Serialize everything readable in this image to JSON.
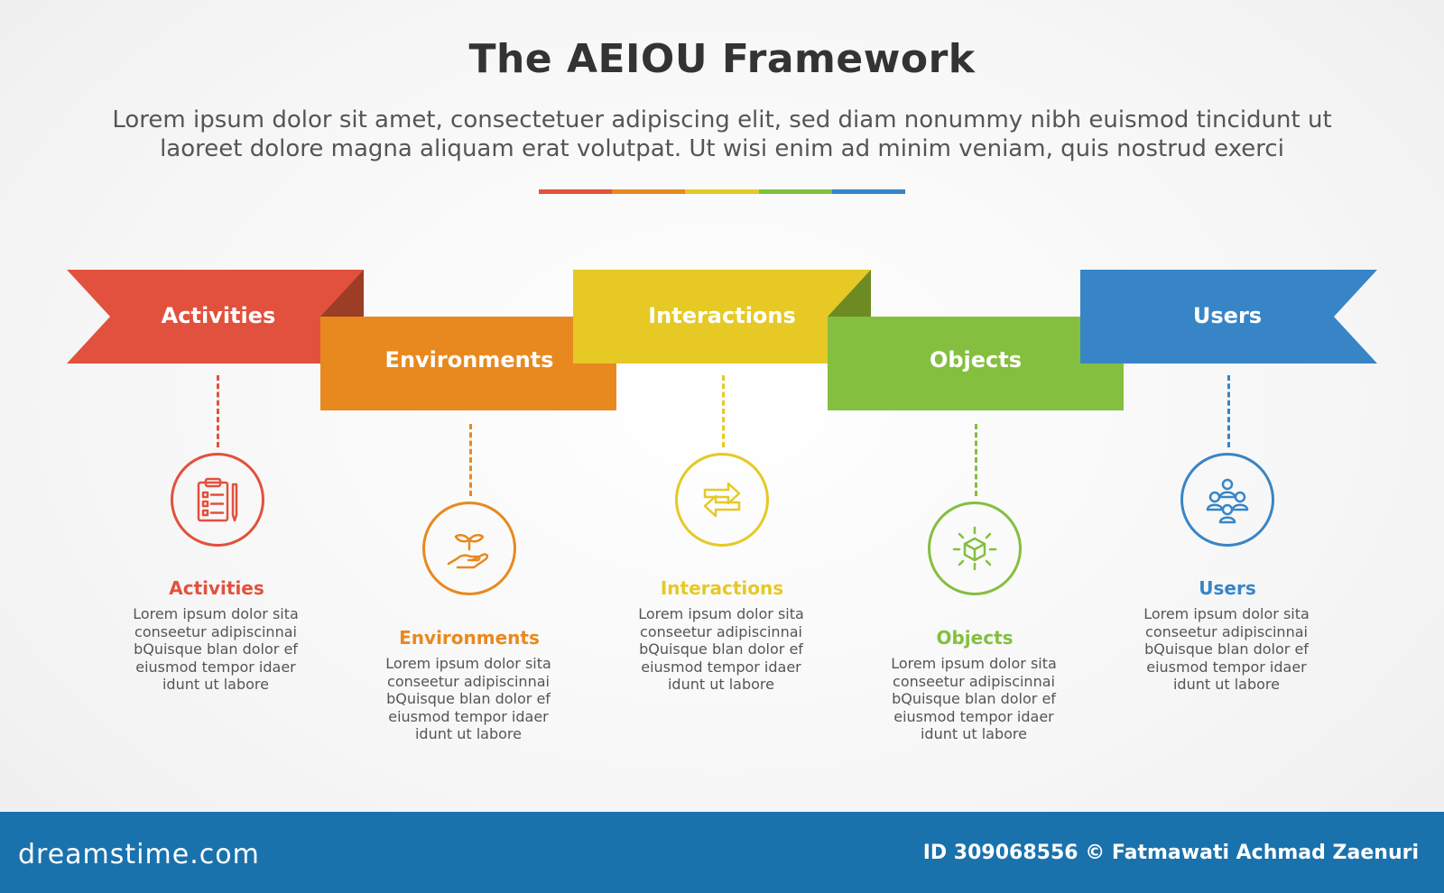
{
  "title": "The AEIOU Framework",
  "subtitle": {
    "line1": "Lorem ipsum dolor sit amet, consectetuer adipiscing elit, sed diam nonummy nibh euismod tincidunt ut",
    "line2": "laoreet dolore magna aliquam erat volutpat. Ut wisi enim ad minim veniam, quis nostrud exerci"
  },
  "colors": {
    "red": "#e2513d",
    "orange": "#e8891f",
    "yellow": "#e6c925",
    "green": "#84bf3f",
    "blue": "#3785c7"
  },
  "items": [
    {
      "label": "Activities",
      "title": "Activities",
      "icon": "clipboard-checklist-icon",
      "color": "#e2513d",
      "desc": [
        "Lorem ipsum dolor sita",
        "conseetur adipiscinnai",
        "bQuisque blan dolor ef",
        "eiusmod tempor idaer",
        "idunt ut labore"
      ]
    },
    {
      "label": "Environments",
      "title": "Environments",
      "icon": "hand-plant-icon",
      "color": "#e8891f",
      "desc": [
        "Lorem ipsum dolor sita",
        "conseetur adipiscinnai",
        "bQuisque blan dolor ef",
        "eiusmod tempor idaer",
        "idunt ut labore"
      ]
    },
    {
      "label": "Interactions",
      "title": "Interactions",
      "icon": "exchange-arrows-icon",
      "color": "#e6c925",
      "desc": [
        "Lorem ipsum dolor sita",
        "conseetur adipiscinnai",
        "bQuisque blan dolor ef",
        "eiusmod tempor idaer",
        "idunt ut labore"
      ]
    },
    {
      "label": "Objects",
      "title": "Objects",
      "icon": "cube-icon",
      "color": "#84bf3f",
      "desc": [
        "Lorem ipsum dolor sita",
        "conseetur adipiscinnai",
        "bQuisque blan dolor ef",
        "eiusmod tempor idaer",
        "idunt ut labore"
      ]
    },
    {
      "label": "Users",
      "title": "Users",
      "icon": "users-group-icon",
      "color": "#3785c7",
      "desc": [
        "Lorem ipsum dolor sita",
        "conseetur adipiscinnai",
        "bQuisque blan dolor ef",
        "eiusmod tempor idaer",
        "idunt ut labore"
      ]
    }
  ],
  "footer": {
    "brand": "dreamstime.com",
    "credit": "ID 309068556 © Fatmawati  Achmad Zaenuri"
  }
}
